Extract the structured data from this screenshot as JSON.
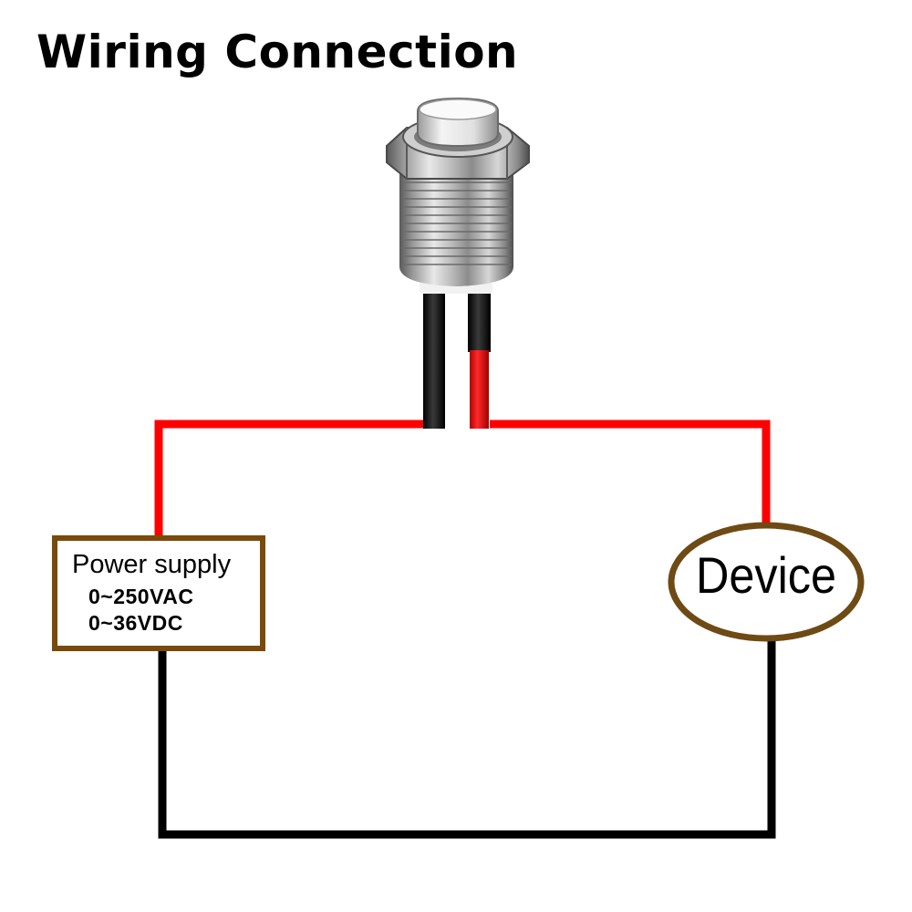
{
  "title": "Wiring Connection",
  "power_supply": {
    "label": "Power supply",
    "ac_rating": "0~250VAC",
    "dc_rating": "0~36VDC",
    "border_color": "#7a4a0a"
  },
  "device": {
    "label": "Device",
    "border_color": "#6e4a14"
  },
  "wires": {
    "positive_color": "#ff0000",
    "negative_color": "#000000"
  },
  "switch": {
    "icon": "metal-pushbutton-switch-icon"
  }
}
